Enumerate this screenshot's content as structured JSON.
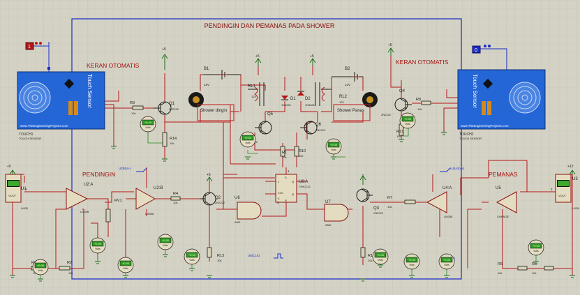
{
  "title": "PENDINGIN DAN PEMANAS PADA SHOWER",
  "labels": {
    "keran_left": "KERAN OTOMATIS",
    "keran_right": "KERAN OTOMATIS",
    "pendingin": "PENDINGIN",
    "pemanas": "PEMANAS",
    "shower_dingin": "Shower dingin",
    "shower_panas": "Shower Panas"
  },
  "touch_sensors": {
    "left": {
      "text": "Touch Sensor",
      "site": "www.TheEngineeringProjects.com",
      "ref": "TOUCH1",
      "sub": "TOUCH SENSOR"
    },
    "right": {
      "text": "Touch Sensor",
      "site": "www.TheEngineeringProjects.com",
      "ref": "TOUCH2",
      "sub": "TOUCH SENSOR"
    }
  },
  "logic_probes": {
    "left": "1",
    "right": "0"
  },
  "components": {
    "b1": "B1",
    "b1v": "12V",
    "b2": "B2",
    "b2v": "12V",
    "rl1": "RL1",
    "rl1v": "12V",
    "rl2": "RL2",
    "rl2v": "12V",
    "d1": "D1",
    "d1t": "1N4001",
    "d2": "D2",
    "d2t": "1N4001",
    "q1": "Q1",
    "q1t": "2N2222",
    "q2": "Q2",
    "q2t": "2N2222",
    "q3": "Q3",
    "q3t": "2N2222",
    "q4": "Q4",
    "q4t": "2N2222",
    "q5": "Q5",
    "q5t": "2N2222",
    "q6": "Q6",
    "q6t": "2N2222",
    "r1": "R1",
    "r1v": "10k",
    "r2": "R2",
    "r2v": "10k",
    "r3": "R3",
    "r3v": "10k",
    "r4": "R4",
    "r4v": "10k",
    "r5": "R5",
    "r5v": "10k",
    "r6": "R6",
    "r6v": "10k",
    "r7": "R7",
    "r7v": "10k",
    "r8": "R8",
    "r8v": "10k",
    "r9": "R9",
    "r9v": "10k",
    "r10": "R10",
    "r10v": "10k",
    "r11": "R11",
    "r11v": "10k",
    "r12": "R12",
    "r12v": "10k",
    "r13": "R13",
    "r13v": "10k",
    "r14": "R14",
    "r14v": "10k",
    "rv1": "RV1",
    "u1": "U1",
    "u1t": "LM35",
    "u1p": "VOUT",
    "u3": "U3",
    "u3t": "LM35",
    "u3p": "VOUT",
    "u2a": "U2:A",
    "u2at": "LM358",
    "u2b": "U2:B",
    "u2bt": "LM358",
    "u4a": "U4:A",
    "u4at": "LM358",
    "u5": "U5",
    "u5t": "CHANGE",
    "u6": "U6",
    "u6t": "AND",
    "u7": "U7",
    "u7t": "AND",
    "u8": "U8:A",
    "u8t": "74HC112",
    "u8p1": "J",
    "u8p2": "Q",
    "u8p3": "CLK",
    "u8p4": "K",
    "u8p5": "Q",
    "u8p6": "S",
    "u8p7": "R",
    "pin1": "1",
    "pin2": "2",
    "pin3": "3",
    "clk_src": "U8(CLK)",
    "u2b_src": "U2B(V+)",
    "u4a_src": "U4(A)(V+)",
    "u4a_src2": "U4(A)(V-)"
  },
  "power": {
    "v1": "+5",
    "v2": "+5",
    "v3": "+5",
    "v4": "+5",
    "v5": "+5",
    "v6": "+12",
    "v7": "+5"
  },
  "meters": {
    "reading": "+0.00",
    "unit": "Volts"
  }
}
